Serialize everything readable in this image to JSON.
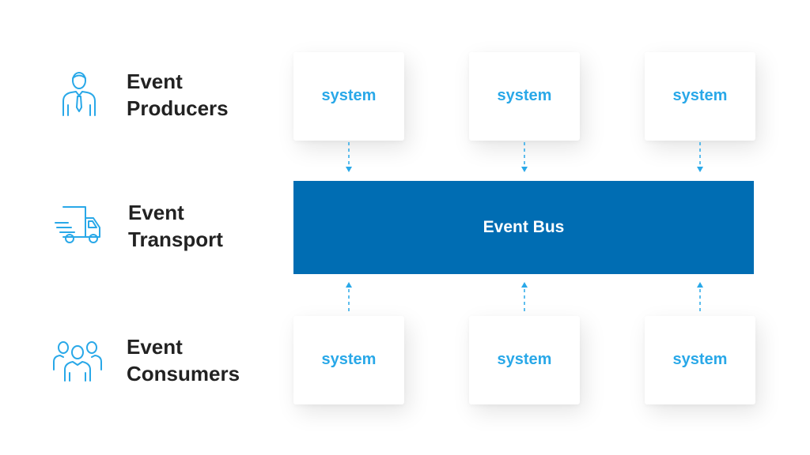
{
  "rows": {
    "producers": {
      "line1": "Event",
      "line2": "Producers",
      "icon": "person-with-tie-icon"
    },
    "transport": {
      "line1": "Event",
      "line2": "Transport",
      "icon": "delivery-truck-icon"
    },
    "consumers": {
      "line1": "Event",
      "line2": "Consumers",
      "icon": "group-of-people-icon"
    }
  },
  "producers": [
    {
      "label": "system"
    },
    {
      "label": "system"
    },
    {
      "label": "system"
    }
  ],
  "bus": {
    "label": "Event Bus"
  },
  "consumers": [
    {
      "label": "system"
    },
    {
      "label": "system"
    },
    {
      "label": "system"
    }
  ],
  "colors": {
    "accent": "#29a8e8",
    "bus": "#006db3",
    "label_text": "#222222"
  }
}
